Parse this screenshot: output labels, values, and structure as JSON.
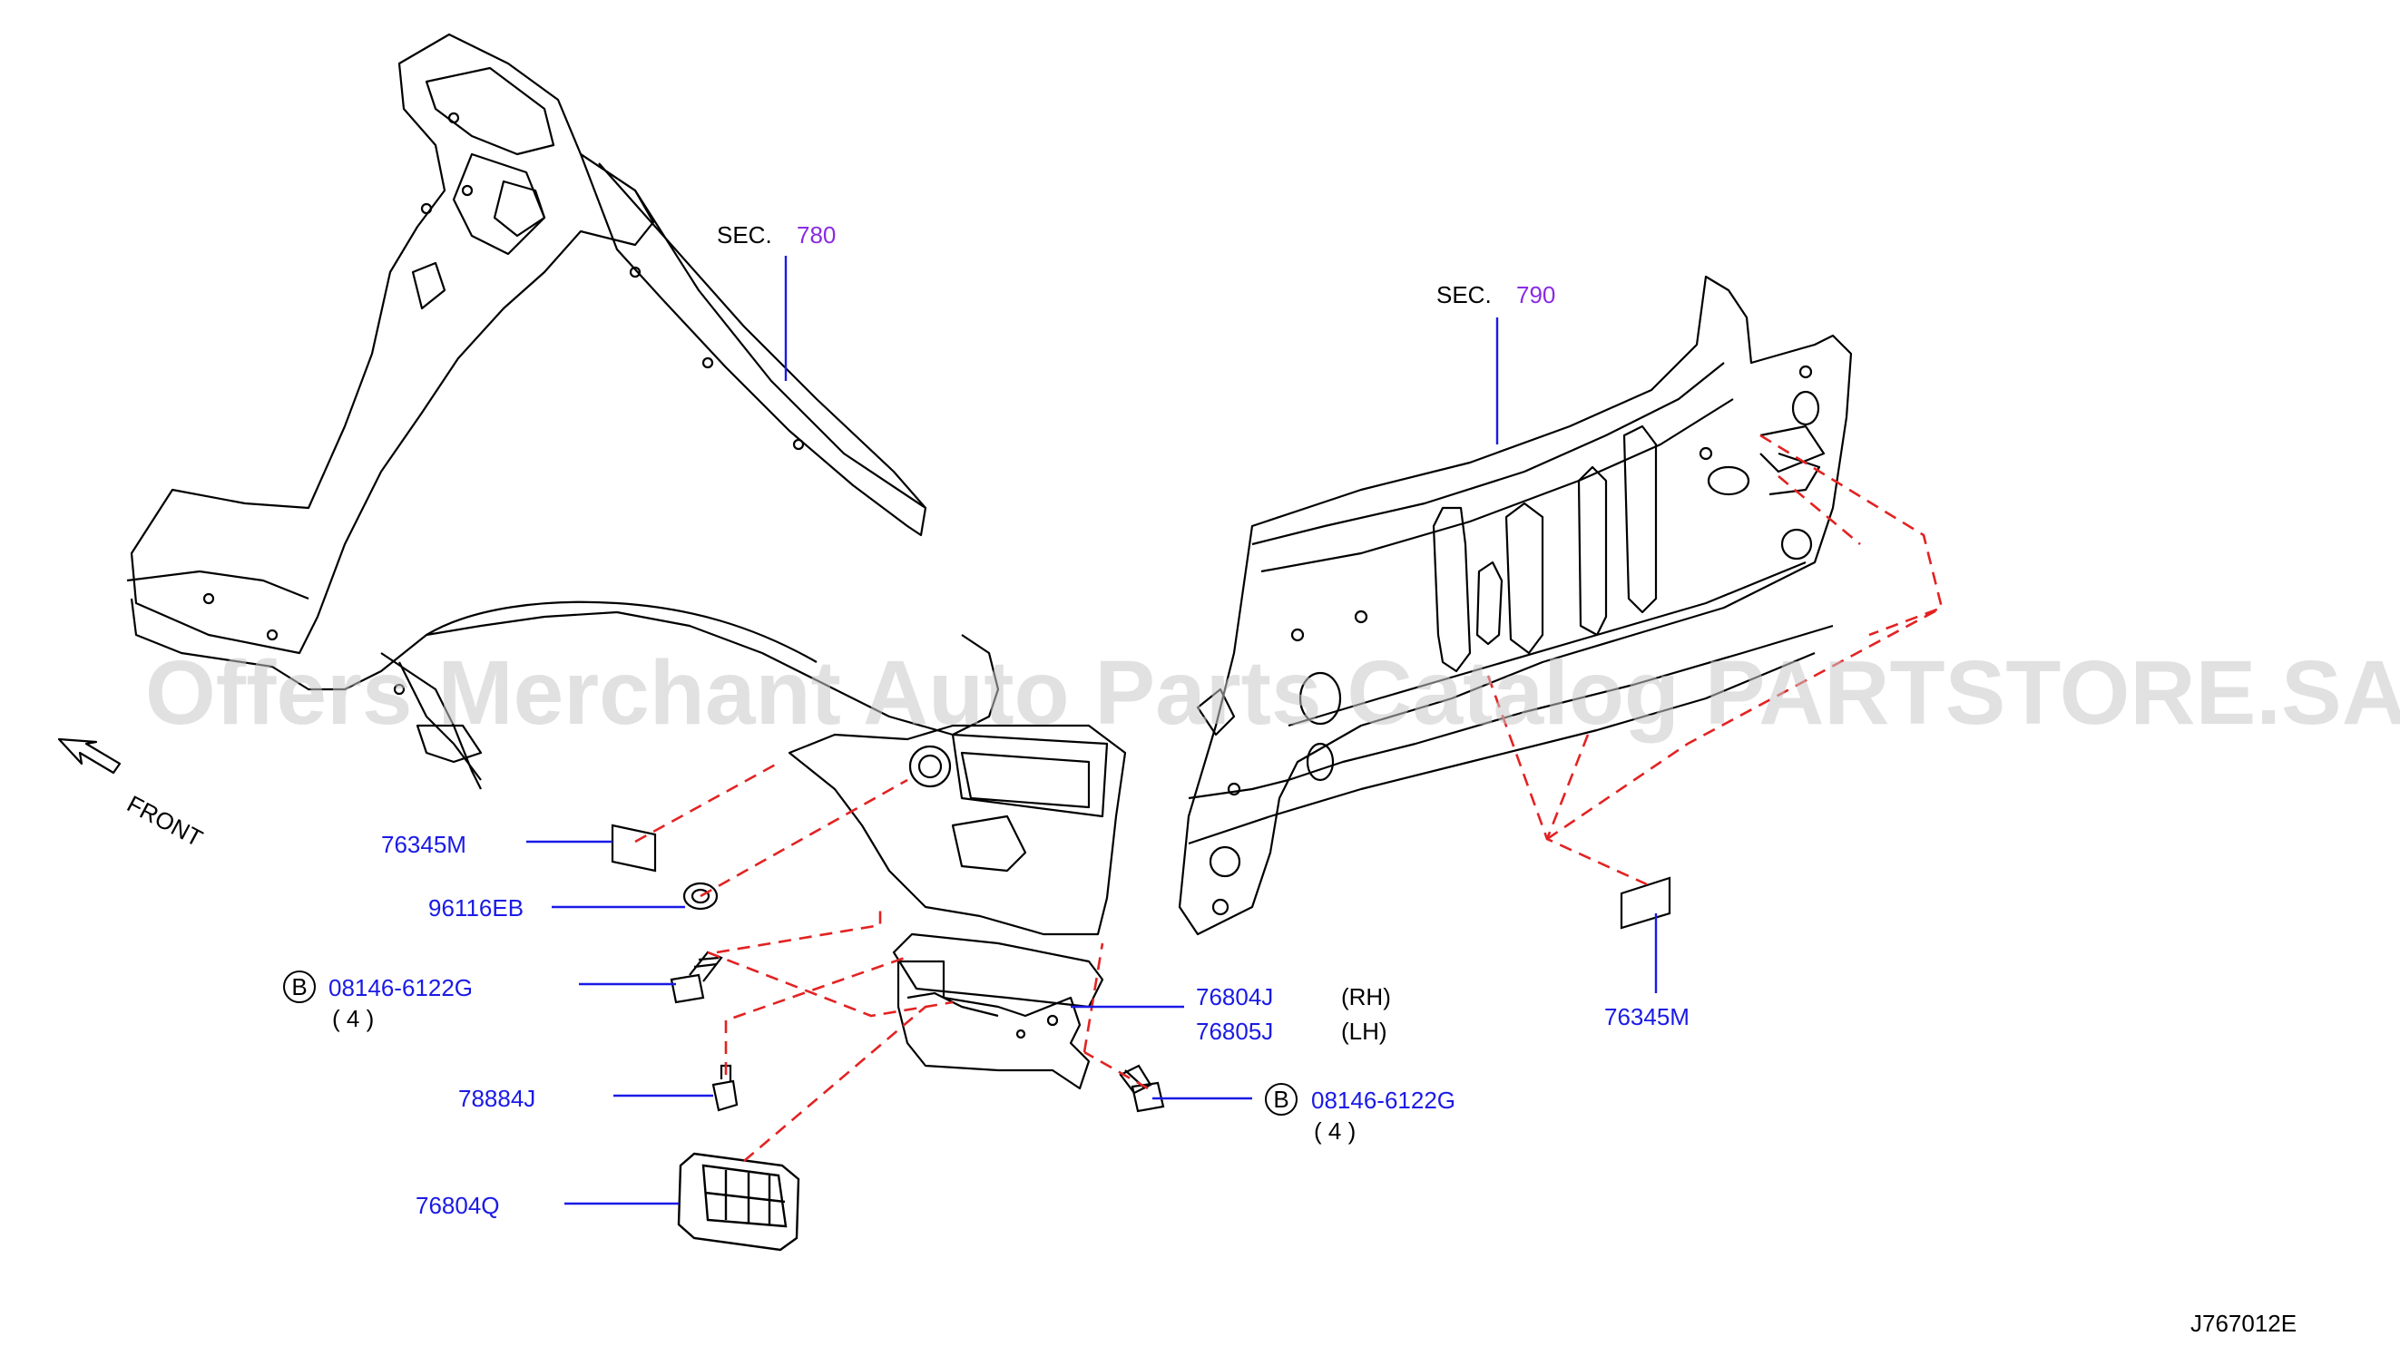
{
  "diagram_code": "J767012E",
  "watermark": "Offers Merchant Auto Parts Catalog PARTSTORE.SA",
  "direction_label": "FRONT",
  "sections": [
    {
      "prefix": "SEC.",
      "number": "780"
    },
    {
      "prefix": "SEC.",
      "number": "790"
    }
  ],
  "parts": {
    "p76345m_left": "76345M",
    "p96116eb": "96116EB",
    "bolt_left": {
      "badge": "B",
      "number": "08146-6122G",
      "qty": "( 4 )"
    },
    "p78884j": "78884J",
    "p76804q": "76804Q",
    "p76804j": {
      "number": "76804J",
      "side": "(RH)"
    },
    "p76805j": {
      "number": "76805J",
      "side": "(LH)"
    },
    "bolt_right": {
      "badge": "B",
      "number": "08146-6122G",
      "qty": "( 4 )"
    },
    "p76345m_right": "76345M"
  },
  "colors": {
    "part_number": "#1a1ae6",
    "section_ref": "#8a2be2",
    "leader": "#1a1ae6",
    "dash": "#e32222",
    "outline": "#000000"
  }
}
